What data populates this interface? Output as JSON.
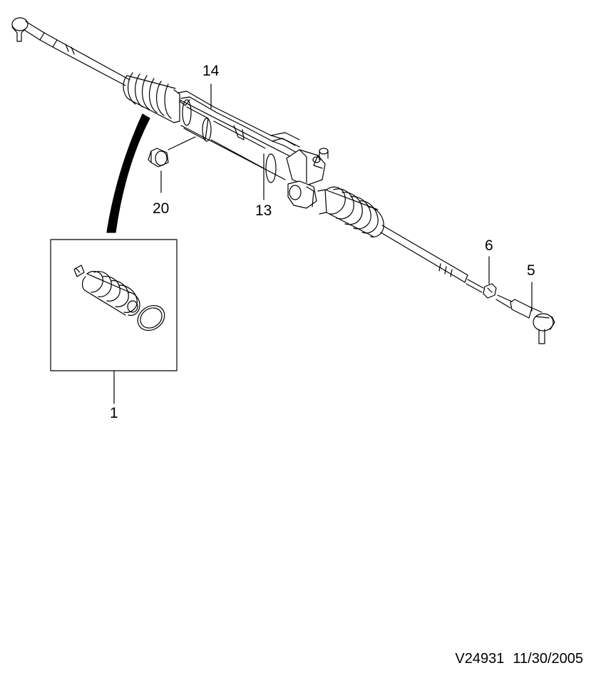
{
  "callouts": {
    "c14": "14",
    "c13": "13",
    "c20": "20",
    "c6": "6",
    "c5": "5",
    "c1": "1"
  },
  "footer": {
    "drawing_id": "V24931",
    "date": "11/30/2005"
  },
  "colors": {
    "line": "#000000",
    "background": "#ffffff"
  }
}
